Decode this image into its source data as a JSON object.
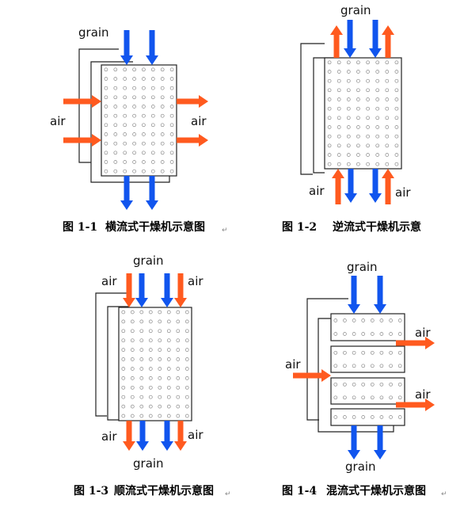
{
  "colors": {
    "grain": "#1155ee",
    "air": "#ff5a1f",
    "outline": "#222222",
    "hole": "#888888"
  },
  "return_mark": "↵",
  "figures": [
    {
      "id": "fig-1-1",
      "grain_top": "grain",
      "air_left": "air",
      "air_right": "air",
      "caption_num": "图 1-1",
      "caption_text": "横流式干燥机示意图"
    },
    {
      "id": "fig-1-2",
      "grain_top": "grain",
      "air_bottom_left": "air",
      "air_bottom_right": "air",
      "caption_num": "图  1-2",
      "caption_text": "逆流式干燥机示意"
    },
    {
      "id": "fig-1-3",
      "grain_top": "grain",
      "air_top_left": "air",
      "air_top_right": "air",
      "air_bottom_left": "air",
      "air_bottom_right": "air",
      "grain_bottom": "grain",
      "caption_num": "图 1-3",
      "caption_text": "顺流式干燥机示意图"
    },
    {
      "id": "fig-1-4",
      "grain_top": "grain",
      "air_right_top": "air",
      "air_left": "air",
      "air_right_bottom": "air",
      "grain_bottom": "grain",
      "caption_num": "图 1-4",
      "caption_text": "混流式干燥机示意图"
    }
  ]
}
